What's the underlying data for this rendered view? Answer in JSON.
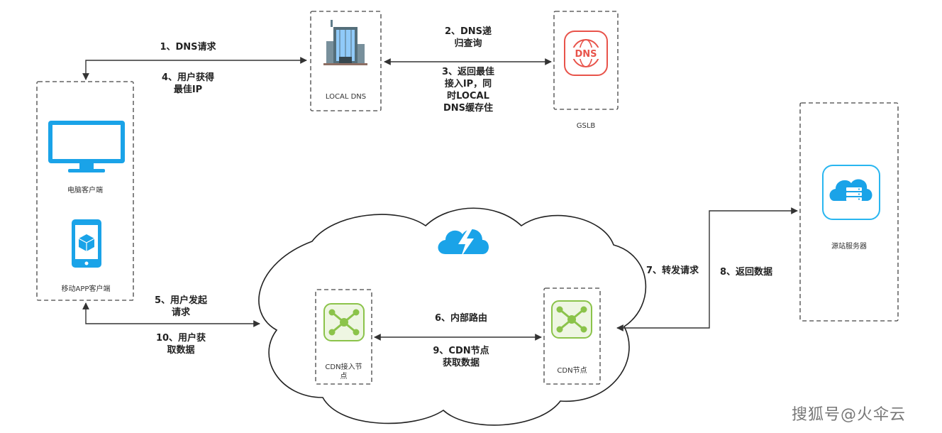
{
  "nodes": {
    "client_group": {
      "pc_label": "电脑客户端",
      "app_label": "移动APP客户端"
    },
    "local_dns": {
      "label": "LOCAL DNS"
    },
    "gslb": {
      "label": "GSLB",
      "badge": "DNS"
    },
    "origin": {
      "label": "源站服务器"
    },
    "cdn_access": {
      "label_line1": "CDN接入节",
      "label_line2": "点"
    },
    "cdn_node": {
      "label": "CDN节点"
    }
  },
  "steps": {
    "s1": [
      "1、DNS请求"
    ],
    "s2": [
      "2、DNS递",
      "归查询"
    ],
    "s3": [
      "3、返回最佳",
      "接入IP，同",
      "时LOCAL",
      "DNS缓存住"
    ],
    "s4": [
      "4、用户获得",
      "最佳IP"
    ],
    "s5": [
      "5、用户发起",
      "请求"
    ],
    "s6": [
      "6、内部路由"
    ],
    "s7": [
      "7、转发请求"
    ],
    "s8": [
      "8、返回数据"
    ],
    "s9": [
      "9、CDN节点",
      "获取数据"
    ],
    "s10": [
      "10、用户获",
      "取数据"
    ]
  },
  "watermark": "搜狐号@火伞云",
  "colors": {
    "cyan": "#1aa3e8",
    "cyan_border": "#29b6f0",
    "green": "#8bc34a",
    "green_bg": "#eef6e2",
    "red": "#e8534a",
    "arrow": "#333333",
    "dash": "#444444"
  },
  "icons": {
    "pc": "monitor-icon",
    "app": "phone-icon",
    "local_dns": "building-icon",
    "gslb": "dns-globe-icon",
    "origin": "cloud-server-icon",
    "cdn": "network-hub-icon",
    "cloud_bolt": "cloud-lightning-icon"
  }
}
